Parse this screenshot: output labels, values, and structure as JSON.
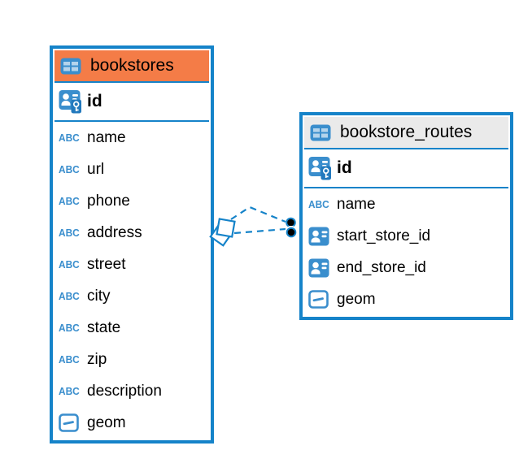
{
  "diagram": {
    "colors": {
      "accent_blue": "#1583c9",
      "icon_blue": "#3a8ecd",
      "icon_blue_dark": "#2279bd",
      "bookstores_header": "#f47c47",
      "routes_header": "#eaeaea",
      "canvas_bg": "#ffffff"
    },
    "tables": [
      {
        "name": "bookstores",
        "header_style": "orange",
        "primary_key": {
          "name": "id",
          "type": "pk"
        },
        "columns": [
          {
            "name": "name",
            "type": "text"
          },
          {
            "name": "url",
            "type": "text"
          },
          {
            "name": "phone",
            "type": "text"
          },
          {
            "name": "address",
            "type": "text"
          },
          {
            "name": "street",
            "type": "text"
          },
          {
            "name": "city",
            "type": "text"
          },
          {
            "name": "state",
            "type": "text"
          },
          {
            "name": "zip",
            "type": "text"
          },
          {
            "name": "description",
            "type": "text"
          },
          {
            "name": "geom",
            "type": "geometry"
          }
        ]
      },
      {
        "name": "bookstore_routes",
        "header_style": "gray",
        "primary_key": {
          "name": "id",
          "type": "pk"
        },
        "columns": [
          {
            "name": "name",
            "type": "text"
          },
          {
            "name": "start_store_id",
            "type": "reference"
          },
          {
            "name": "end_store_id",
            "type": "reference"
          },
          {
            "name": "geom",
            "type": "geometry"
          }
        ]
      }
    ],
    "relationships": [
      {
        "from_table": "bookstore_routes",
        "from_column": "start_store_id",
        "to_table": "bookstores",
        "to_column": "id",
        "line_style": "dashed"
      },
      {
        "from_table": "bookstore_routes",
        "from_column": "end_store_id",
        "to_table": "bookstores",
        "to_column": "id",
        "line_style": "dashed"
      }
    ]
  }
}
